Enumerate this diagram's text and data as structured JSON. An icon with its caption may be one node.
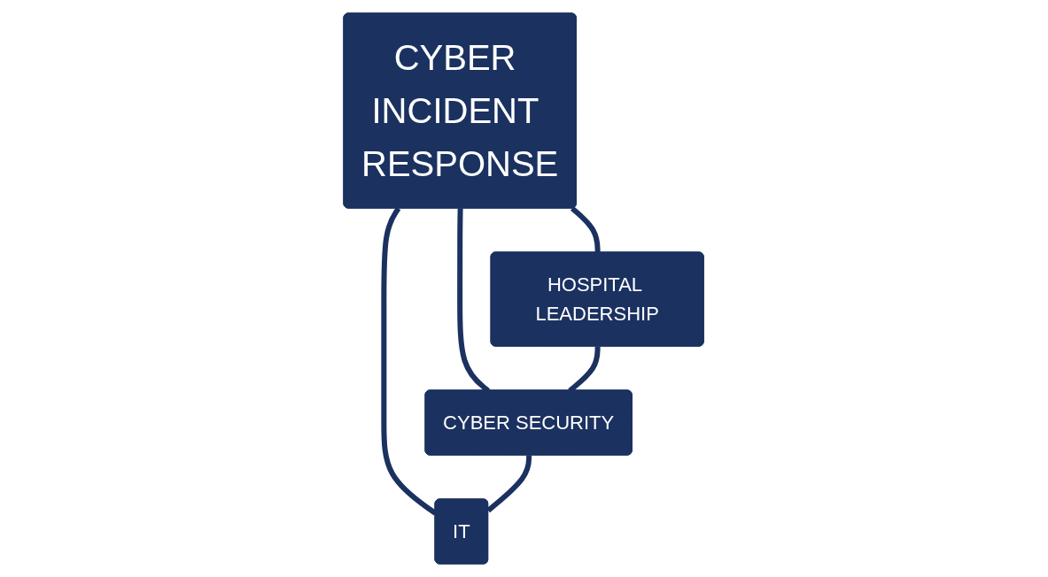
{
  "diagram": {
    "nodes": [
      {
        "text": [
          "CYBER INCIDENT RESPONSE"
        ]
      },
      {
        "text": [
          "HOSPITAL LEADERSHIP"
        ]
      },
      {
        "text": [
          "CYBER SECURITY"
        ]
      },
      {
        "text": [
          "IT"
        ]
      }
    ],
    "edges": [
      {
        "from": 0,
        "to": 1,
        "arrow": "none"
      },
      {
        "from": 0,
        "to": 2,
        "arrow": "none"
      },
      {
        "from": 0,
        "to": 3,
        "arrow": "none"
      },
      {
        "from": 1,
        "to": 2,
        "arrow": "none"
      },
      {
        "from": 2,
        "to": 3,
        "arrow": "none"
      }
    ]
  }
}
